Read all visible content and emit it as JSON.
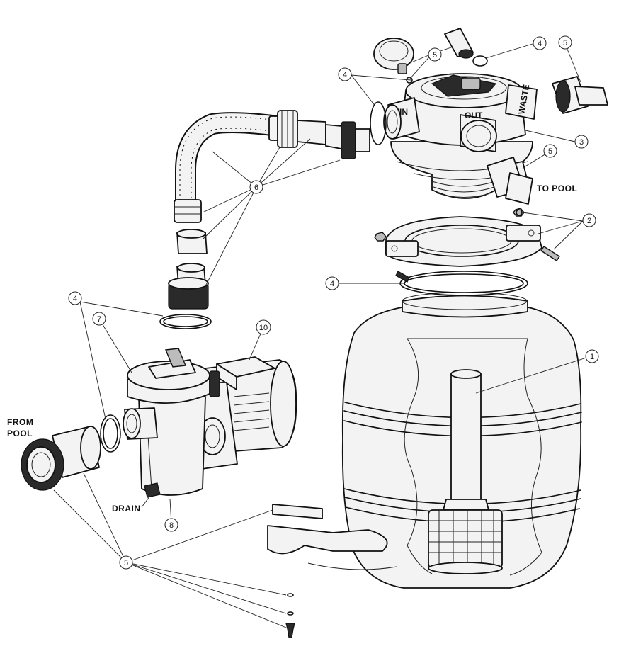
{
  "labels": {
    "in": "IN",
    "out": "OUT",
    "waste": "WASTE",
    "to_pool": "TO POOL",
    "from_pool_line1": "FROM",
    "from_pool_line2": "POOL",
    "drain": "DRAIN"
  },
  "callouts": [
    {
      "id": "c1",
      "num": "1"
    },
    {
      "id": "c2",
      "num": "2"
    },
    {
      "id": "c3",
      "num": "3"
    },
    {
      "id": "c4a",
      "num": "4"
    },
    {
      "id": "c4b",
      "num": "4"
    },
    {
      "id": "c4c",
      "num": "4"
    },
    {
      "id": "c4d",
      "num": "4"
    },
    {
      "id": "c5a",
      "num": "5"
    },
    {
      "id": "c5b",
      "num": "5"
    },
    {
      "id": "c5c",
      "num": "5"
    },
    {
      "id": "c5d",
      "num": "5"
    },
    {
      "id": "c6",
      "num": "6"
    },
    {
      "id": "c7",
      "num": "7"
    },
    {
      "id": "c8",
      "num": "8"
    },
    {
      "id": "c10",
      "num": "10"
    }
  ]
}
